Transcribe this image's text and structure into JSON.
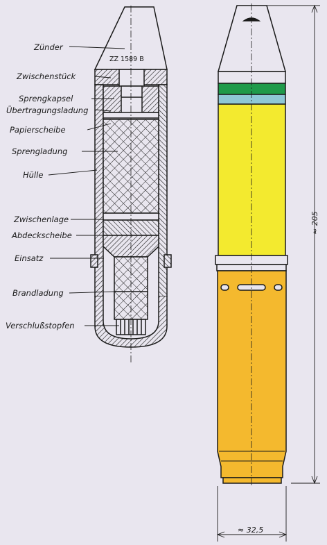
{
  "labels": {
    "zuender": "Zünder",
    "zwischenstueck": "Zwischenstück",
    "sprengkapsel": "Sprengkapsel",
    "uebertragungsladung": "Übertragungsladung",
    "papierscheibe": "Papierscheibe",
    "sprengladung": "Sprengladung",
    "huelle": "Hülle",
    "zwischenlage": "Zwischenlage",
    "abdeckscheibe": "Abdeckscheibe",
    "einsatz": "Einsatz",
    "brandladung": "Brandladung",
    "verschlussstopfen": "Verschlußstopfen"
  },
  "fuze_marking": "ZZ  1589 B",
  "dimensions": {
    "length": "≈ 205",
    "diameter": "≈ 32,5"
  },
  "colors": {
    "background": "#e9e6ef",
    "green_band": "#1f9a4a",
    "blue_band": "#8ec8d6",
    "yellow_body": "#f3ea2f",
    "orange_body": "#f4b92e",
    "outline": "#1a1a1a"
  }
}
